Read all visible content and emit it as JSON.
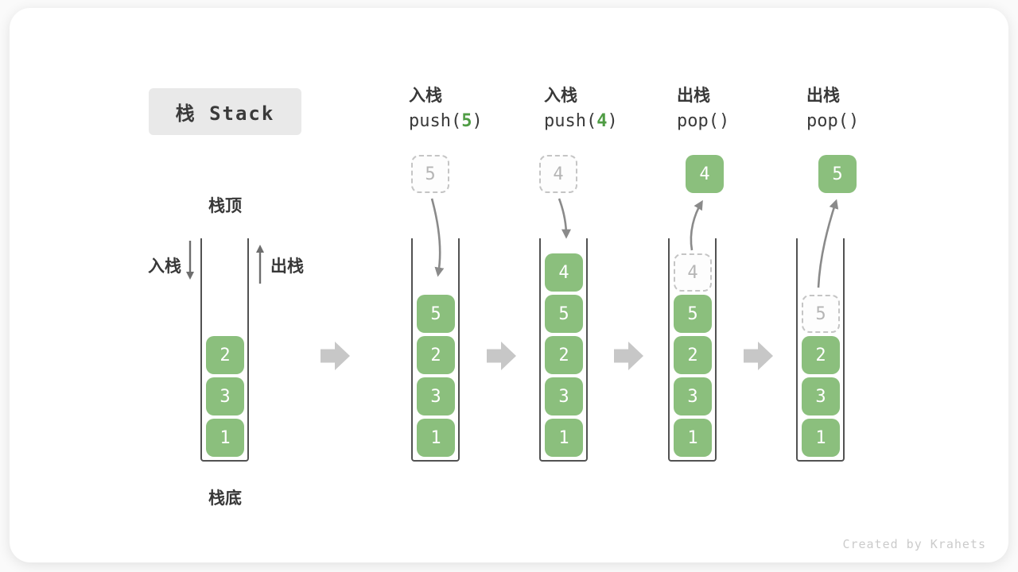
{
  "title": {
    "text": "栈 Stack"
  },
  "labels": {
    "stack_top": "栈顶",
    "stack_bottom": "栈底",
    "push_side": "入栈",
    "pop_side": "出栈"
  },
  "operations": [
    {
      "label": "入栈",
      "code_before": "push(",
      "code_value": "5",
      "code_after": ")"
    },
    {
      "label": "入栈",
      "code_before": "push(",
      "code_value": "4",
      "code_after": ")"
    },
    {
      "label": "出栈",
      "code_before": "pop(",
      "code_value": "",
      "code_after": ")"
    },
    {
      "label": "出栈",
      "code_before": "pop(",
      "code_value": "",
      "code_after": ")"
    }
  ],
  "stacks": [
    {
      "name": "initial",
      "cells": [
        "2",
        "3",
        "1"
      ]
    },
    {
      "name": "after-push-5",
      "float": {
        "value": "5",
        "style": "dashed"
      },
      "cells": [
        "5",
        "2",
        "3",
        "1"
      ]
    },
    {
      "name": "after-push-4",
      "float": {
        "value": "4",
        "style": "dashed"
      },
      "cells": [
        "4",
        "5",
        "2",
        "3",
        "1"
      ]
    },
    {
      "name": "after-pop-4",
      "float": {
        "value": "4",
        "style": "solid"
      },
      "ghost": "4",
      "cells": [
        "5",
        "2",
        "3",
        "1"
      ]
    },
    {
      "name": "after-pop-5",
      "float": {
        "value": "5",
        "style": "solid"
      },
      "ghost": "5",
      "cells": [
        "2",
        "3",
        "1"
      ]
    }
  ],
  "colors": {
    "cell_green": "#8bbf7d",
    "code_arg_green": "#4f9c44",
    "flow_arrow_gray": "#c7c7c7",
    "curve_arrow_gray": "#8a8a8a",
    "wall_dark": "#525252"
  },
  "watermark": "Created by Krahets"
}
